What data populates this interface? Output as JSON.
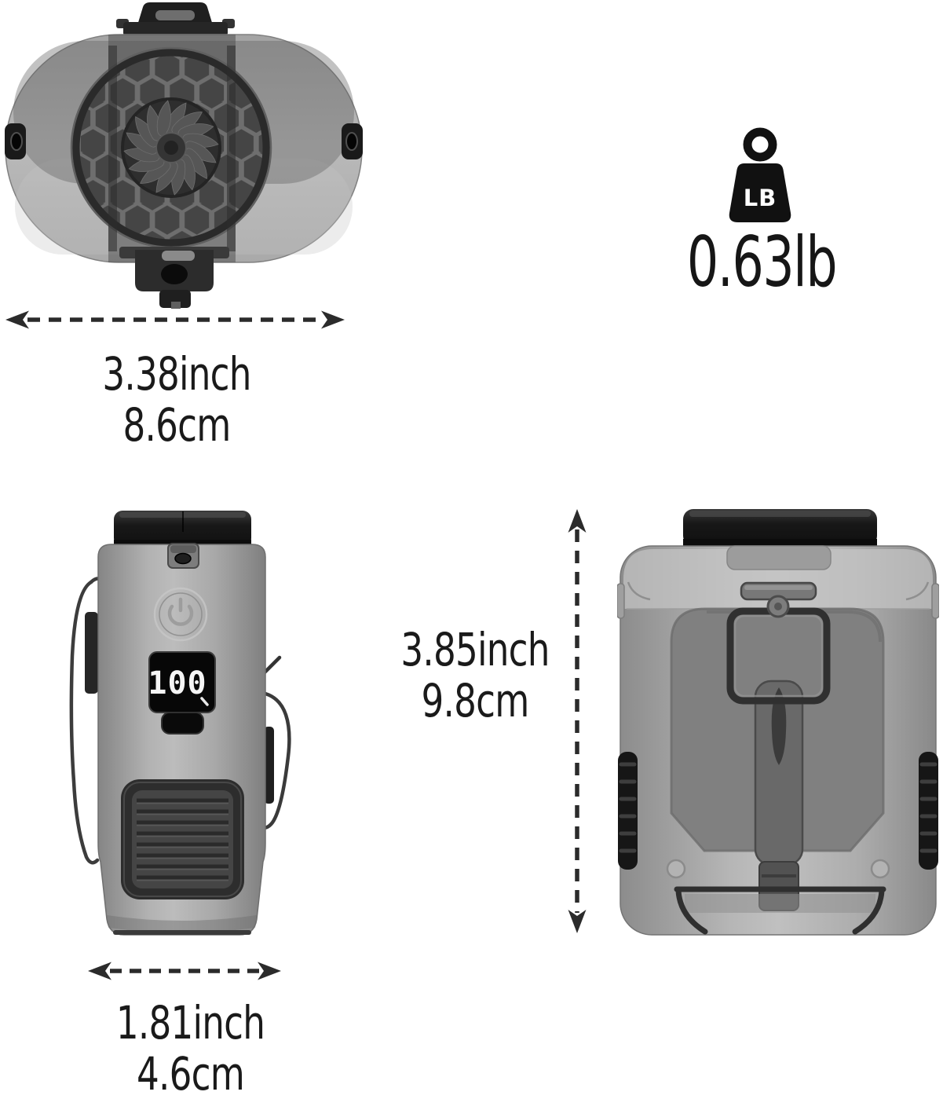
{
  "weight": {
    "icon_label": "LB",
    "value": "0.63lb"
  },
  "dimensions": {
    "top_width": {
      "inch": "3.38inch",
      "cm": "8.6cm"
    },
    "height": {
      "inch": "3.85inch",
      "cm": "9.8cm"
    },
    "bottom_width": {
      "inch": "1.81inch",
      "cm": "4.6cm"
    }
  },
  "front_view": {
    "battery_display": "100"
  },
  "colors": {
    "background": "#ffffff",
    "ink": "#1a1a1a",
    "arrow": "#2b2b2b",
    "body_light_gray": "#b6b6b6",
    "body_mid_gray": "#9a9a9a",
    "panel_gray": "#808080",
    "dark_gray": "#2d2d2d",
    "black": "#111111"
  }
}
